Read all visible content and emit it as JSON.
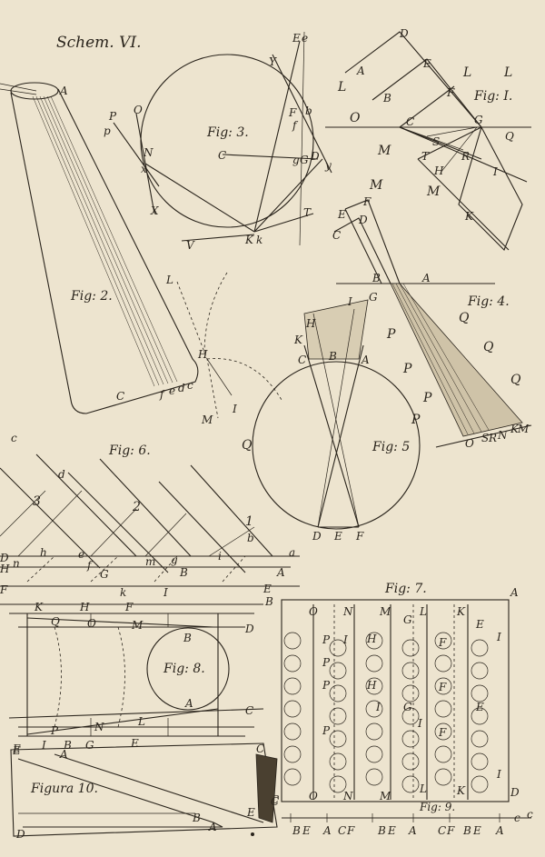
{
  "plate_title": "Schem. VI.",
  "figures": {
    "fig1": {
      "caption": "Fig: I.",
      "labels": [
        "D",
        "A",
        "E",
        "L",
        "L",
        "L",
        "B",
        "F",
        "O",
        "C",
        "G",
        "M",
        "S",
        "Q",
        "T",
        "R",
        "H",
        "I",
        "M",
        "M",
        "K"
      ]
    },
    "fig2": {
      "caption": "Fig: 2.",
      "labels": [
        "A",
        "C",
        "f",
        "e",
        "d",
        "c"
      ]
    },
    "fig3": {
      "caption": "Fig: 3.",
      "labels": [
        "E",
        "e",
        "Y",
        "P",
        "O",
        "p",
        "N",
        "C",
        "F",
        "f",
        "b",
        "D",
        "X",
        "V",
        "K",
        "k",
        "T",
        "g",
        "G",
        "x",
        "y"
      ]
    },
    "fig4": {
      "caption": "Fig: 4.",
      "labels": [
        "F",
        "E",
        "D",
        "C",
        "B",
        "A",
        "Q",
        "Q",
        "Q",
        "P",
        "P",
        "P",
        "P",
        "O",
        "S",
        "R",
        "N",
        "K",
        "M"
      ]
    },
    "fig5": {
      "caption": "Fig: 5",
      "labels": [
        "I",
        "G",
        "H",
        "K",
        "C",
        "B",
        "A",
        "Q",
        "D",
        "E",
        "F"
      ]
    },
    "fig_center": {
      "labels": [
        "L",
        "H",
        "M",
        "I"
      ]
    },
    "fig6": {
      "caption": "Fig: 6.",
      "labels": [
        "3",
        "2",
        "1",
        "D",
        "H",
        "F",
        "G",
        "B",
        "A",
        "c",
        "d",
        "h",
        "e",
        "f",
        "g",
        "k",
        "m",
        "n",
        "a",
        "b",
        "i",
        "I",
        "E"
      ]
    },
    "fig7": {
      "caption": "Fig: 7.",
      "labels": [
        "A",
        "O",
        "N",
        "M",
        "L",
        "K",
        "P",
        "I",
        "H",
        "G",
        "F",
        "E",
        "I",
        "P",
        "H",
        "F",
        "P",
        "I",
        "G",
        "E",
        "P",
        "I",
        "F",
        "I",
        "O",
        "N",
        "M",
        "L",
        "K",
        "D",
        "C"
      ]
    },
    "fig8": {
      "caption": "Fig: 8.",
      "labels": [
        "K",
        "H",
        "F",
        "B",
        "Q",
        "O",
        "M",
        "D",
        "B",
        "A",
        "C",
        "P",
        "N",
        "L",
        "I",
        "B",
        "G",
        "E",
        "E"
      ]
    },
    "fig9": {
      "caption": "Fig: 9.",
      "labels": [
        "B",
        "E",
        "A",
        "C",
        "F",
        "B",
        "E",
        "A",
        "C",
        "F",
        "B",
        "E",
        "A",
        "c",
        "c"
      ]
    },
    "fig10": {
      "caption": "Figura 10.",
      "labels": [
        "E",
        "A",
        "C",
        "B",
        "A",
        "D",
        "E",
        "C"
      ]
    }
  }
}
